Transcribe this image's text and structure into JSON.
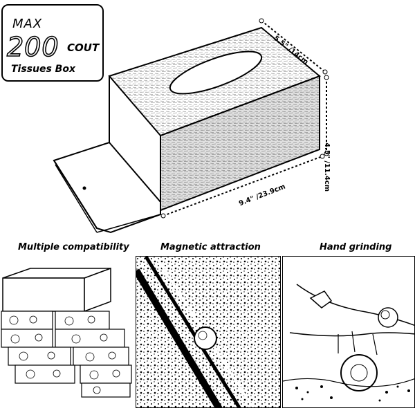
{
  "badge": {
    "line1": "MAX",
    "number": "200",
    "unit": "COUT",
    "line3": "Tissues Box"
  },
  "dimensions": {
    "depth": "5.5\" /14cm",
    "height": "4.5\" /11.4cm",
    "length": "9.4\" /23.9cm"
  },
  "features": [
    {
      "caption": "Multiple compatibility",
      "icon": "boxes-icon"
    },
    {
      "caption": "Magnetic attraction",
      "icon": "magnet-icon"
    },
    {
      "caption": "Hand grinding",
      "icon": "grinding-icon"
    }
  ],
  "colors": {
    "ink": "#000000",
    "background": "#ffffff"
  }
}
